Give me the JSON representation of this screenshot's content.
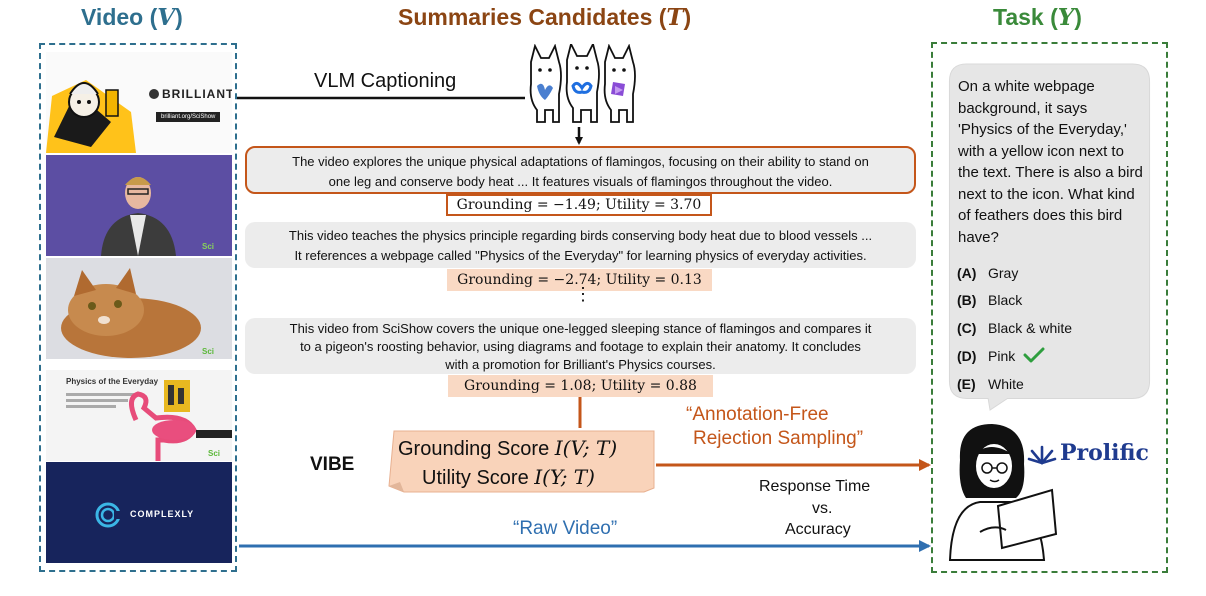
{
  "headers": {
    "video": {
      "label": "Video (",
      "symbol": "V",
      "close": ")"
    },
    "summaries": {
      "label": "Summaries Candidates (",
      "symbol": "T",
      "close": ")"
    },
    "task": {
      "label": "Task (",
      "symbol": "Y",
      "close": ")"
    }
  },
  "frames": {
    "frame1": {
      "brand": "BRILLIANT",
      "url": "brilliant.org/SciShow"
    },
    "frame4": {
      "title": "Physics of the Everyday"
    },
    "frame5": {
      "brand": "COMPLEXLY"
    }
  },
  "vlm_caption": "VLM Captioning",
  "summaries": [
    {
      "line1": "The video explores the unique physical adaptations of flamingos, focusing on their ability to stand on",
      "line2": "one leg and conserve body heat ... It features visuals of flamingos throughout the video.",
      "score": "Grounding = −1.49; Utility = 3.70"
    },
    {
      "line1": "This video teaches the physics principle regarding birds conserving body heat due to blood vessels ...",
      "line2": "It references a webpage called \"Physics of the Everyday\" for learning physics of everyday activities.",
      "score": "Grounding = −2.74; Utility = 0.13"
    },
    {
      "line1": "This video from SciShow covers the unique one-legged sleeping stance of flamingos and compares it",
      "line2": "to a pigeon's roosting behavior, using diagrams and footage to explain their anatomy. It concludes",
      "line3": "with a promotion for Brilliant's Physics courses.",
      "score": "Grounding = 1.08; Utility = 0.88"
    }
  ],
  "ellipsis": "⋮",
  "vibe": {
    "label": "VIBE",
    "grounding_label": "Grounding Score",
    "grounding_expr": "I(V; T)",
    "utility_label": "Utility Score",
    "utility_expr": "I(Y; T)"
  },
  "rejection_line1": "“Annotation-Free",
  "rejection_line2": "Rejection Sampling”",
  "response_line1": "Response Time",
  "response_line2": "vs.",
  "response_line3": "Accuracy",
  "raw_video": "“Raw Video”",
  "task": {
    "question": "On a white webpage background, it says 'Physics of the Everyday,' with a yellow icon next to the text. There is also a bird next to the icon. What kind of feathers does this bird have?",
    "options": [
      {
        "letter": "(A)",
        "text": "Gray"
      },
      {
        "letter": "(B)",
        "text": "Black"
      },
      {
        "letter": "(C)",
        "text": "Black & white"
      },
      {
        "letter": "(D)",
        "text": "Pink",
        "correct": true
      },
      {
        "letter": "(E)",
        "text": "White"
      }
    ]
  },
  "prolific_brand": "Prolific",
  "colors": {
    "video_blue": "#2e6f8e",
    "summary_brown": "#8b4513",
    "task_green": "#3a8a3a",
    "accent_orange": "#c4561a",
    "score_fill": "#f9d9c4",
    "raw_video_blue": "#2f6fb0",
    "check_green": "#2e9e3e"
  }
}
